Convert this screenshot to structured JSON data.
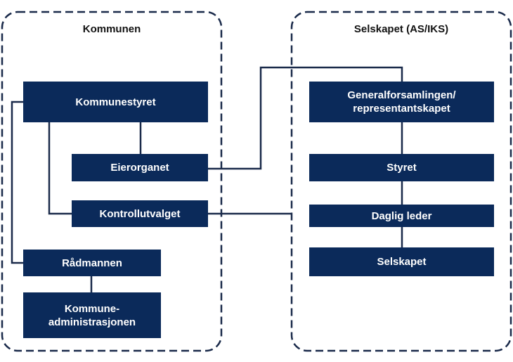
{
  "left_group": {
    "title": "Kommunen"
  },
  "right_group": {
    "title": "Selskapet (AS/IKS)"
  },
  "nodes": {
    "kommunestyret": "Kommunestyret",
    "eierorganet": "Eierorganet",
    "kontrollutvalget": "Kontrollutvalget",
    "radmannen": "Rådmannen",
    "kommuneadministrasjonen": "Kommune-\nadministrasjonen",
    "generalforsamlingen": "Generalforsamlingen/\nrepresentantskapet",
    "styret": "Styret",
    "daglig_leder": "Daglig leder",
    "selskapet": "Selskapet"
  },
  "colors": {
    "box_fill": "#0b2a5a",
    "border": "#1a2a4a",
    "connector": "#1a2a4a"
  }
}
